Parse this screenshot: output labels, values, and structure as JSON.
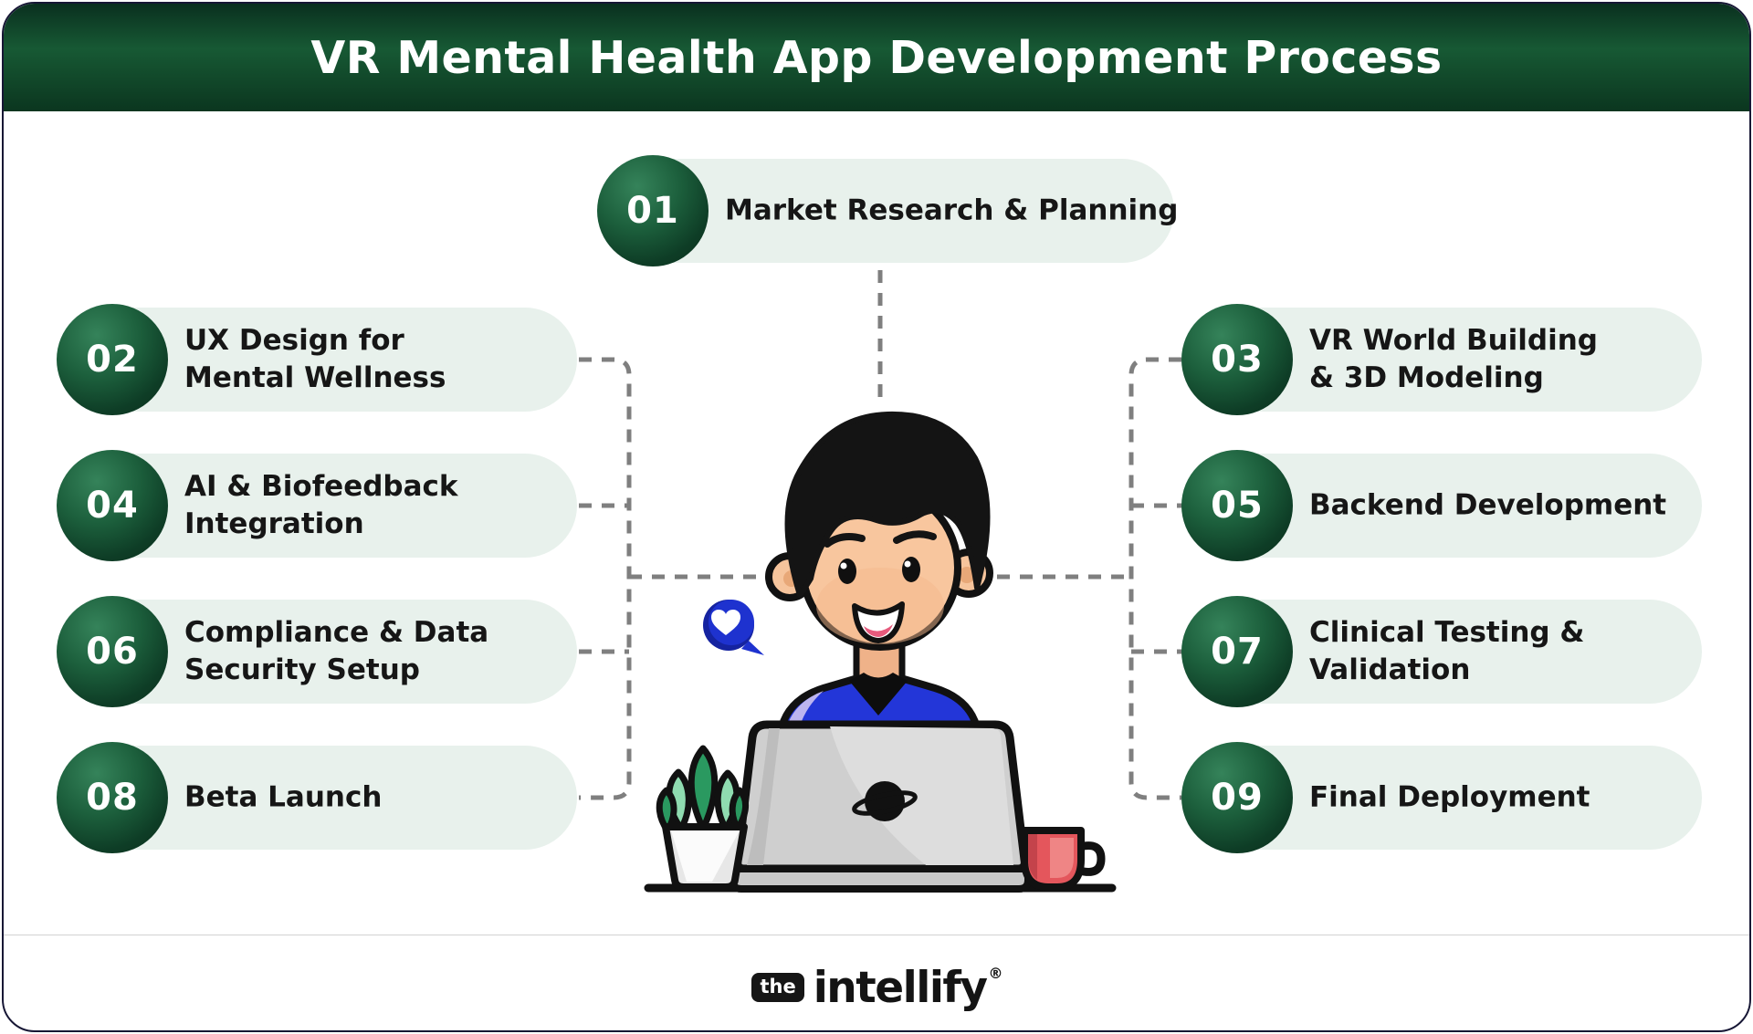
{
  "header": {
    "title": "VR Mental Health App Development Process"
  },
  "steps": [
    {
      "number": "01",
      "line1": "Market Research & Planning",
      "line2": ""
    },
    {
      "number": "02",
      "line1": "UX Design for",
      "line2": "Mental Wellness"
    },
    {
      "number": "03",
      "line1": "VR World Building",
      "line2": "& 3D Modeling"
    },
    {
      "number": "04",
      "line1": "AI & Biofeedback",
      "line2": "Integration"
    },
    {
      "number": "05",
      "line1": "Backend Development",
      "line2": ""
    },
    {
      "number": "06",
      "line1": "Compliance & Data",
      "line2": "Security Setup"
    },
    {
      "number": "07",
      "line1": "Clinical Testing &",
      "line2": "Validation"
    },
    {
      "number": "08",
      "line1": "Beta Launch",
      "line2": ""
    },
    {
      "number": "09",
      "line1": "Final Deployment",
      "line2": ""
    }
  ],
  "footer": {
    "brand_prefix": "the",
    "brand_name": "intellify",
    "registered_mark": "®"
  },
  "illustration_icons": [
    "man-at-laptop-icon",
    "heart-chat-bubble-icon",
    "potted-plant-icon",
    "coffee-mug-icon",
    "planet-logo-icon"
  ],
  "colors": {
    "header_green_top": "#0a301f",
    "header_green_mid": "#175934",
    "pill_background": "#e8f1ec",
    "circle_green_light": "#35835a",
    "circle_green_dark": "#0a2e1c",
    "connector_gray": "#7f7f7f",
    "bubble_blue": "#1e32cf",
    "shirt_blue": "#2336d8",
    "mug_red": "#e4565c",
    "label_text": "#161616"
  }
}
